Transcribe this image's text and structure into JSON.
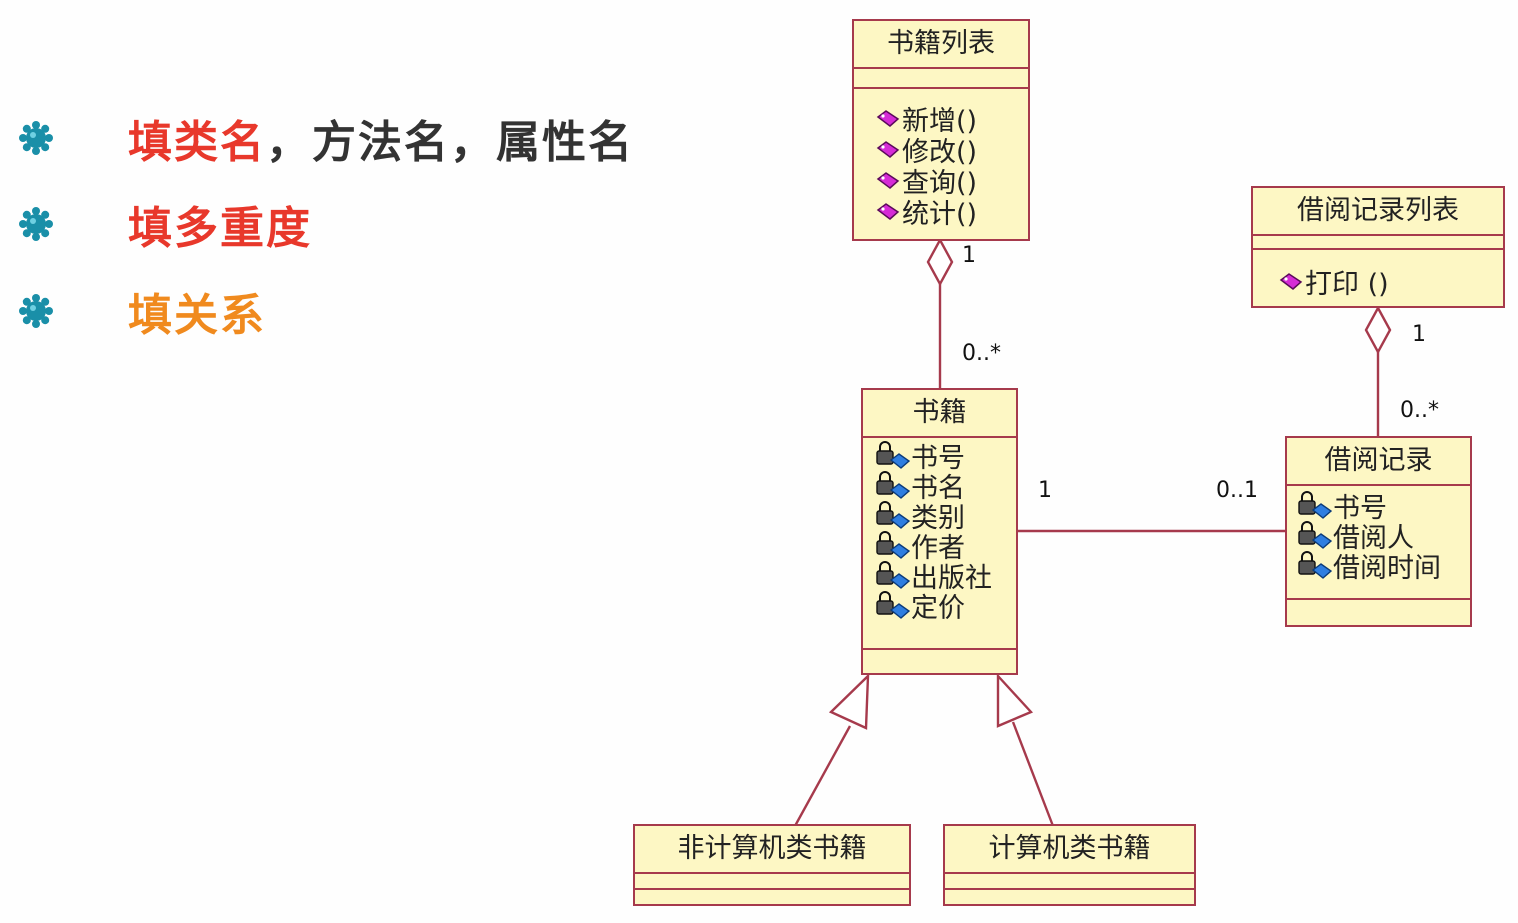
{
  "bullets": [
    {
      "segments": [
        {
          "text": "填类名",
          "color": "#e8382b"
        },
        {
          "text": "，方法名，属性名",
          "color": "#333333"
        }
      ]
    },
    {
      "segments": [
        {
          "text": "填多重度",
          "color": "#e8382b"
        }
      ]
    },
    {
      "segments": [
        {
          "text": "填关系",
          "color": "#f08a1e"
        }
      ]
    }
  ],
  "bullet_icon": "teal-star-bullet-icon",
  "colors": {
    "class_fill": "#fdf7c4",
    "class_border": "#a63a4c",
    "bullet_teal": "#1a8fa8"
  },
  "diagram": {
    "classes": {
      "book_list": {
        "name": "书籍列表",
        "operations": [
          "新增()",
          "修改()",
          "查询()",
          "统计()"
        ]
      },
      "book": {
        "name": "书籍",
        "attributes": [
          "书号",
          "书名",
          "类别",
          "作者",
          "出版社",
          "定价"
        ]
      },
      "borrow_list": {
        "name": "借阅记录列表",
        "operations": [
          "打印 ()"
        ]
      },
      "borrow_record": {
        "name": "借阅记录",
        "attributes": [
          "书号",
          "借阅人",
          "借阅时间"
        ]
      },
      "non_cs_book": {
        "name": "非计算机类书籍"
      },
      "cs_book": {
        "name": "计算机类书籍"
      }
    },
    "multiplicities": {
      "book_list_one": "1",
      "book_many": "0..*",
      "borrow_list_one": "1",
      "borrow_record_many": "0..*",
      "book_assoc_one": "1",
      "borrow_record_zero_one": "0..1"
    }
  }
}
